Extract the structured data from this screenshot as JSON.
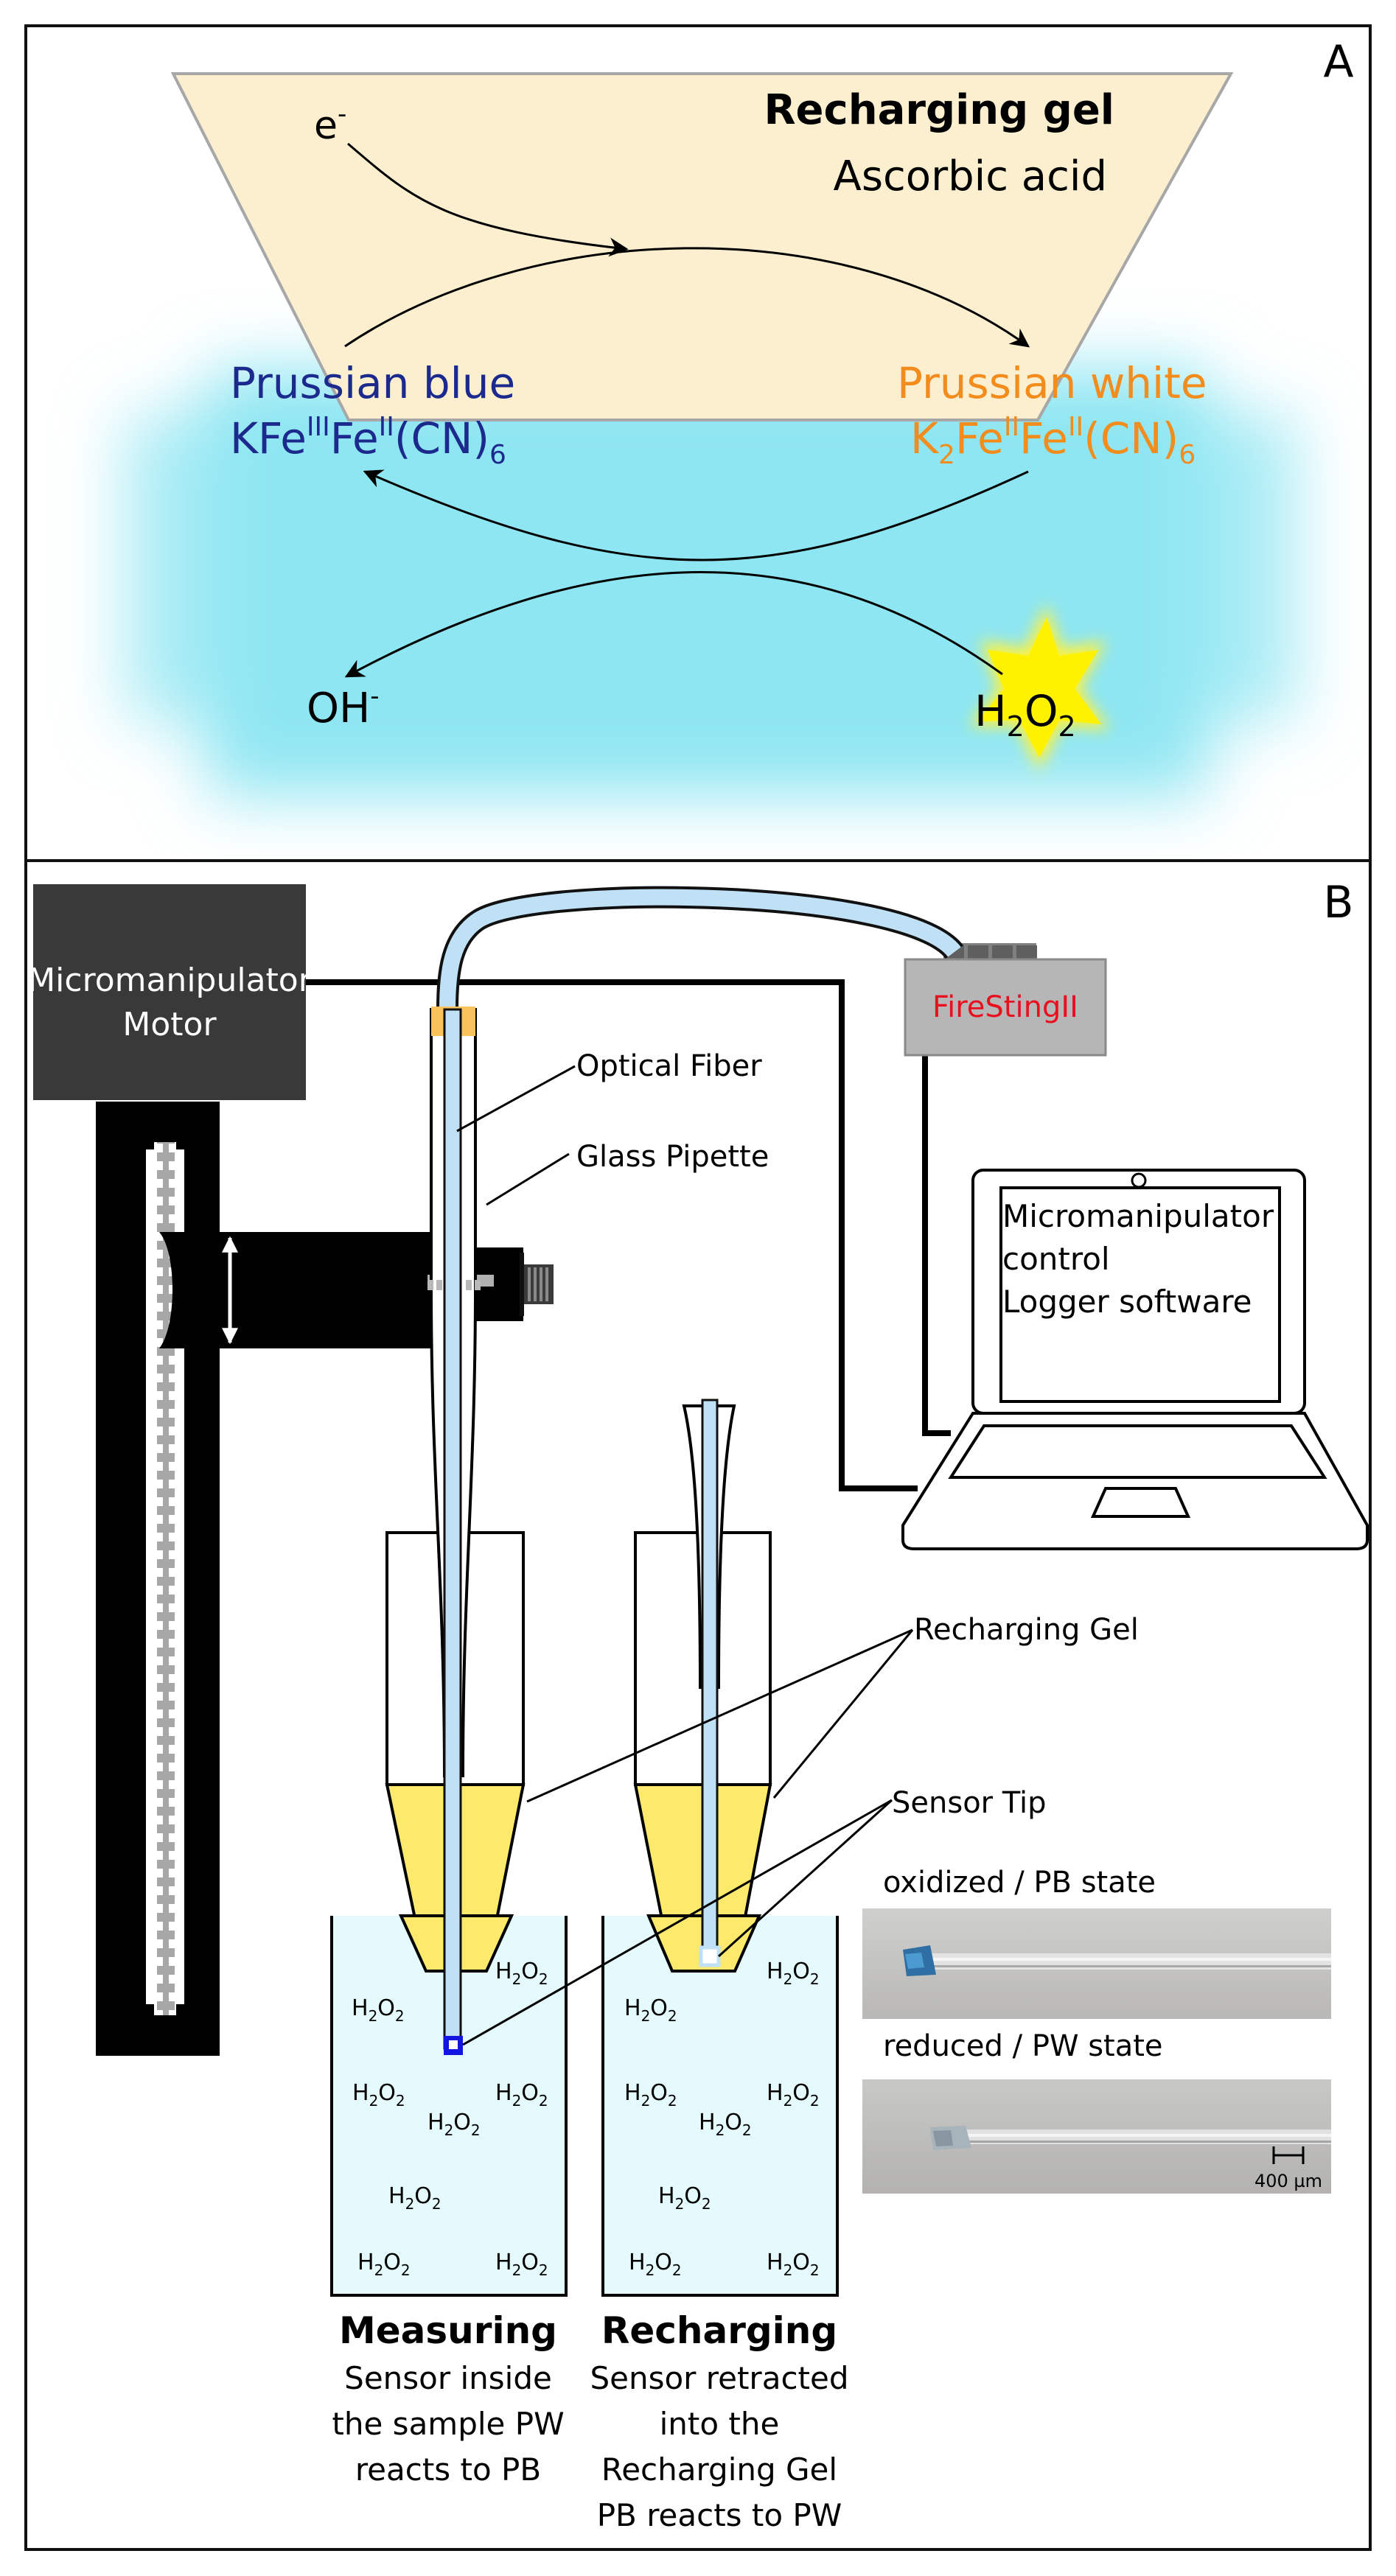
{
  "panel_a": {
    "label": "A",
    "electron": {
      "base": "e",
      "sup": "-"
    },
    "gel_title": "Recharging gel",
    "gel_subtitle": "Ascorbic acid",
    "pb_name": "Prussian blue",
    "pb_formula": {
      "a": "KFe",
      "sup1": "III",
      "b": "Fe",
      "sup2": "II",
      "c": "(CN)",
      "sub1": "6"
    },
    "pw_name": "Prussian white",
    "pw_formula": {
      "a": "K",
      "sub1": "2",
      "b": "Fe",
      "sup1": "II",
      "c": "Fe",
      "sup2": "II",
      "d": "(CN)",
      "sub2": "6"
    },
    "hydroxide": {
      "base": "OH",
      "sup": "-"
    },
    "peroxide": {
      "a": "H",
      "sub1": "2",
      "b": "O",
      "sub2": "2"
    },
    "colors": {
      "pb": "#1b2a8c",
      "pw": "#f28c1c",
      "gel": "#fbefd0",
      "solution": "#8ee6f2",
      "star": "#fff200"
    }
  },
  "panel_b": {
    "label": "B",
    "motor_label": [
      "Micromanipulator",
      "Motor"
    ],
    "firesting_label": "FireStingII",
    "laptop_lines": [
      "Micromanipulator",
      "control",
      "",
      "Logger software"
    ],
    "callouts": {
      "optical_fiber": "Optical Fiber",
      "glass_pipette": "Glass Pipette",
      "recharging_gel": "Recharging Gel",
      "sensor_tip": "Sensor Tip"
    },
    "h2o2": {
      "a": "H",
      "sub1": "2",
      "b": "O",
      "sub2": "2"
    },
    "measuring": {
      "title": "Measuring",
      "lines": [
        "Sensor inside",
        "the sample PW",
        "reacts to PB"
      ]
    },
    "recharging": {
      "title": "Recharging",
      "lines": [
        "Sensor retracted",
        "into the",
        "Recharging Gel",
        "PB reacts to PW"
      ]
    },
    "photos": {
      "oxidized_caption": "oxidized / PB state",
      "reduced_caption": "reduced / PW state",
      "scale_bar": "400 µm"
    },
    "colors": {
      "firesting_text": "#e8101e",
      "gel_fill": "#fde96b",
      "beaker_fill": "#e4fafd",
      "fiber": "#bfe0f5",
      "sensor_tip": "#1414e0"
    }
  }
}
